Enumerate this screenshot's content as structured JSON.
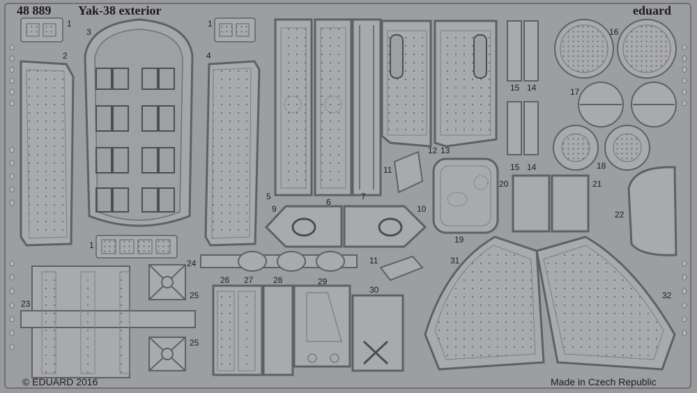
{
  "header": {
    "code": "48 889",
    "title": "Yak-38 exterior",
    "brand": "eduard"
  },
  "footer": {
    "copyright": "© EDUARD 2016",
    "origin": "Made in Czech Republic"
  },
  "part_numbers": [
    "1",
    "1",
    "1",
    "2",
    "3",
    "4",
    "5",
    "6",
    "7",
    "9",
    "10",
    "11",
    "11",
    "12",
    "13",
    "14",
    "14",
    "15",
    "15",
    "16",
    "17",
    "18",
    "19",
    "20",
    "21",
    "22",
    "23",
    "24",
    "25",
    "25",
    "26",
    "27",
    "28",
    "29",
    "30",
    "31",
    "32"
  ],
  "colors": {
    "fret": "#9d9ea1",
    "part_fill": "#a9aaad",
    "outline": "#5f6064",
    "rivet": "#6a6b6f",
    "text": "#1b1b1c"
  }
}
